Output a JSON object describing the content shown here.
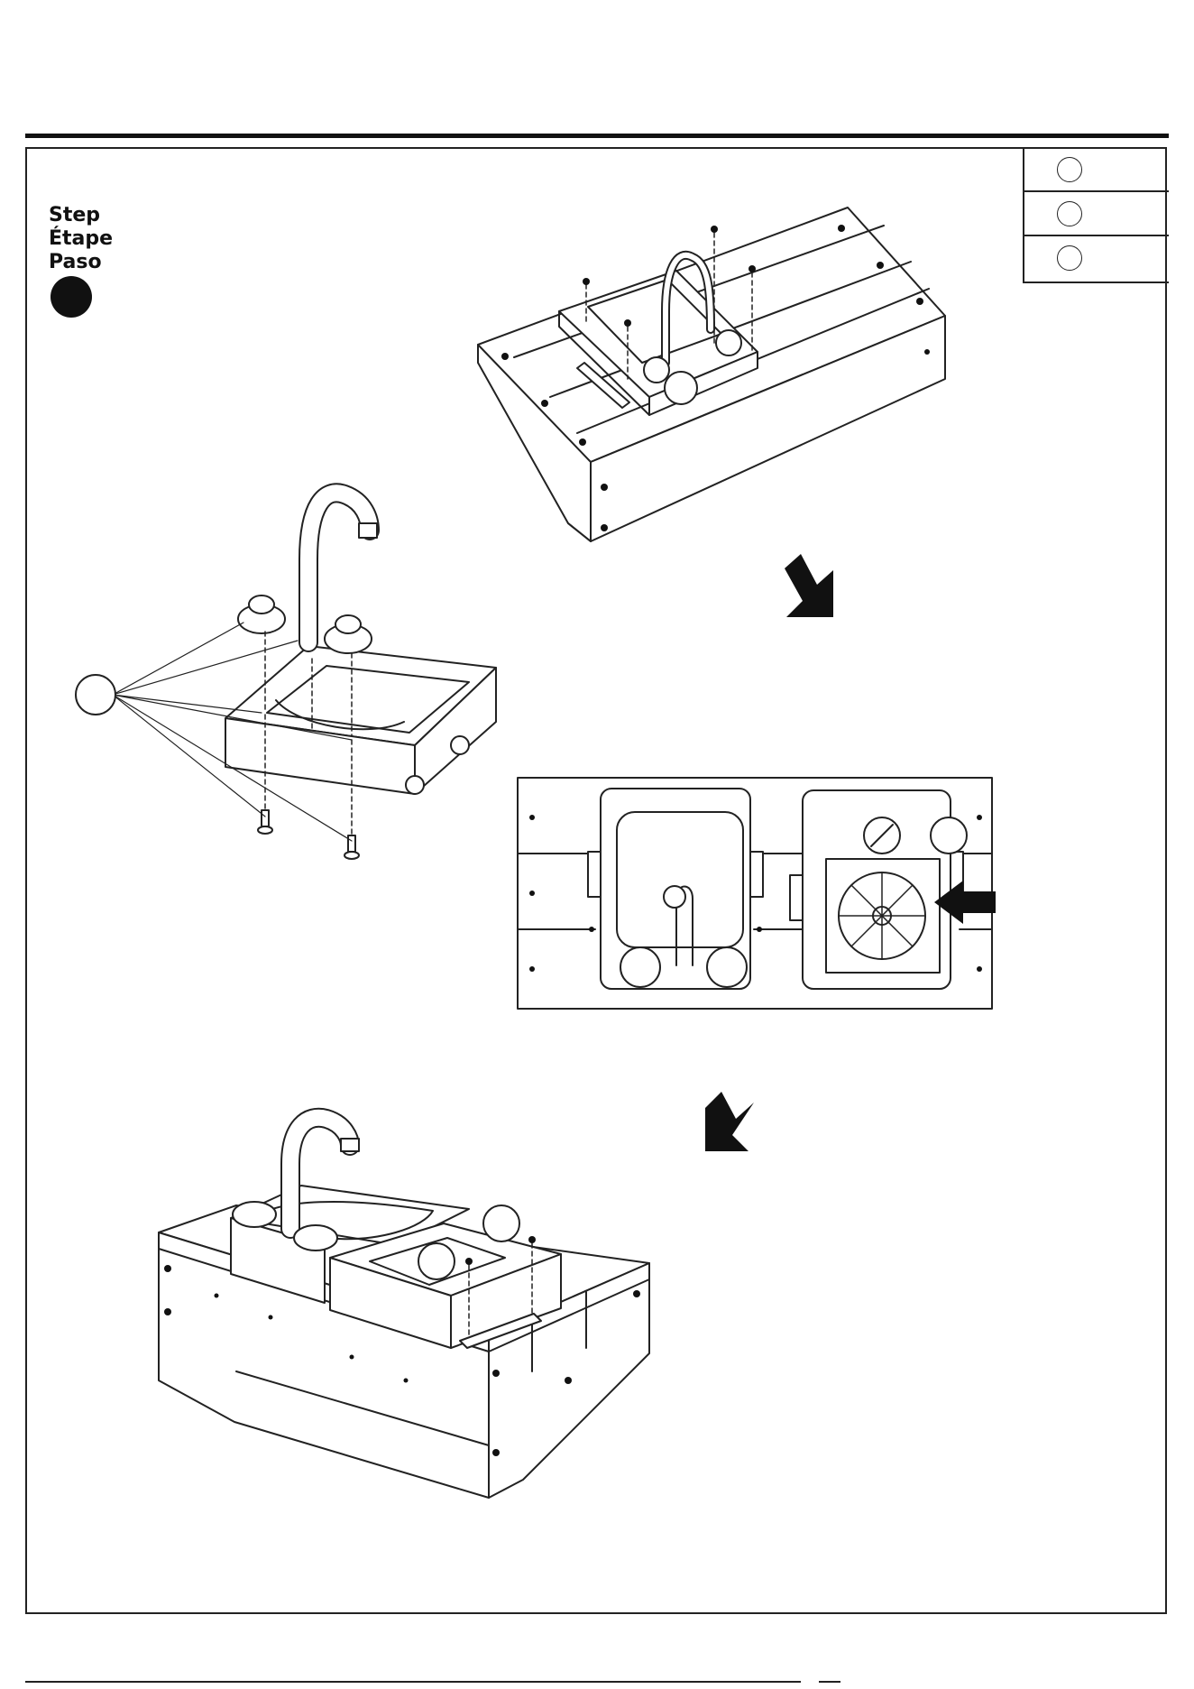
{
  "step": {
    "labels": [
      "Step",
      "Étape",
      "Paso"
    ]
  },
  "legend": {
    "rows": 3
  },
  "icons": {
    "arrow_down_right": "arrow-down-right-icon",
    "arrow_left": "arrow-left-icon",
    "arrow_down_left": "arrow-down-left-icon"
  },
  "colors": {
    "line": "#222222",
    "fill": "#111111",
    "paper": "#ffffff"
  }
}
